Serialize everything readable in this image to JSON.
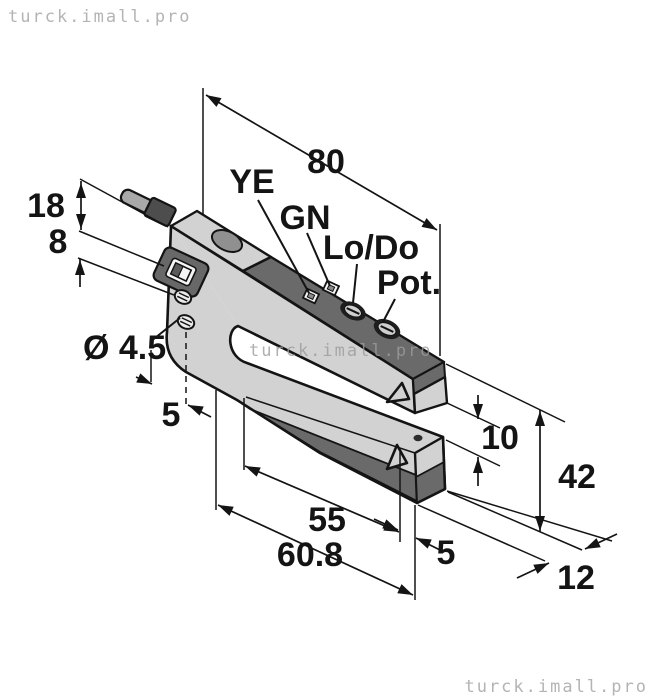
{
  "watermarks": {
    "top_left": "turck.imall.pro",
    "center": "turck.imall.pro",
    "bottom_right": "turck.imall.pro"
  },
  "dimensions": {
    "overall_length": "80",
    "cable_face_upper": "18",
    "cable_face_lower": "8",
    "mounting_hole_diameter": "Ø 4.5",
    "hole_edge_offset": "5",
    "slot_end_to_axis": "55",
    "slot_depth": "60.8",
    "axis_to_front": "5",
    "slot_width": "10",
    "overall_height": "42",
    "overall_depth": "12"
  },
  "controls": {
    "yellow_led": "YE",
    "green_led": "GN",
    "light_dark_switch": "Lo/Do",
    "potentiometer": "Pot."
  }
}
